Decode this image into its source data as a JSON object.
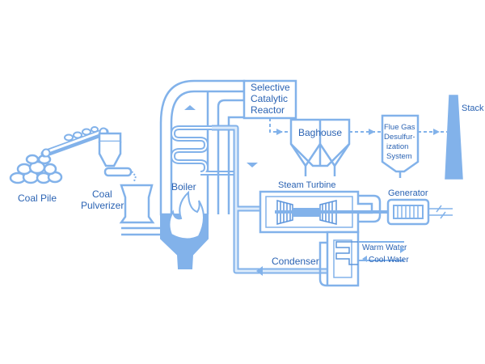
{
  "diagram": {
    "colors": {
      "line": "#82b2ea",
      "line_dark": "#5d95dc",
      "fill_light": "#dcebfb",
      "text": "#2b63b3"
    },
    "labels": {
      "coal_pile": "Coal Pile",
      "coal_pulverizer_1": "Coal",
      "coal_pulverizer_2": "Pulverizer",
      "boiler": "Boiler",
      "scr_1": "Selective",
      "scr_2": "Catalytic",
      "scr_3": "Reactor",
      "baghouse": "Baghouse",
      "fgd_1": "Flue Gas",
      "fgd_2": "Desulfur-",
      "fgd_3": "ization",
      "fgd_4": "System",
      "stack": "Stack",
      "steam_turbine": "Steam Turbine",
      "generator": "Generator",
      "condenser": "Condenser",
      "warm_water": "Warm Water",
      "cool_water": "Cool Water"
    }
  }
}
